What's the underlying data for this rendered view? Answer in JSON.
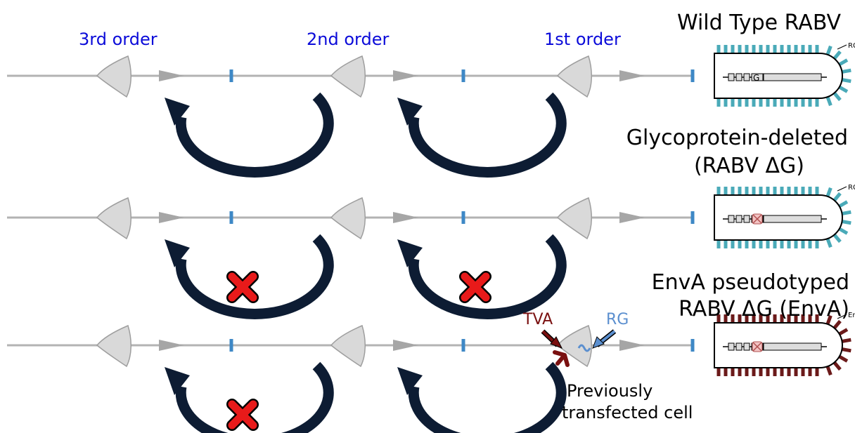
{
  "orders": [
    "3rd order",
    "2nd order",
    "1st order"
  ],
  "rows": [
    {
      "title_lines": [
        "Wild Type RABV"
      ],
      "blocked": [
        false,
        false
      ],
      "virus": {
        "label": "RG",
        "gene": "G",
        "deleted": false,
        "coat": "#4aaab8"
      }
    },
    {
      "title_lines": [
        "Glycoprotein-deleted",
        "(RABV ΔG)"
      ],
      "blocked": [
        true,
        true
      ],
      "virus": {
        "label": "RG",
        "gene": "",
        "deleted": true,
        "coat": "#4aaab8"
      }
    },
    {
      "title_lines": [
        "EnvA pseudotyped",
        "RABV ΔG (EnvA)"
      ],
      "blocked": [
        true,
        false
      ],
      "virus": {
        "label": "EnvA",
        "gene": "",
        "deleted": true,
        "coat": "#6b1a1a"
      }
    }
  ],
  "annotations": {
    "tva": "TVA",
    "rg": "RG",
    "cell_lines": [
      "Previously",
      "transfected cell"
    ]
  },
  "colors": {
    "axon": "#b3b3b3",
    "neuron": "#d9d9d9",
    "synapse": "#3e88c6",
    "arrow": "#0d1c33",
    "blocked": "#e81a1a",
    "tva": "#7a1010",
    "rg": "#5b8fcf"
  }
}
